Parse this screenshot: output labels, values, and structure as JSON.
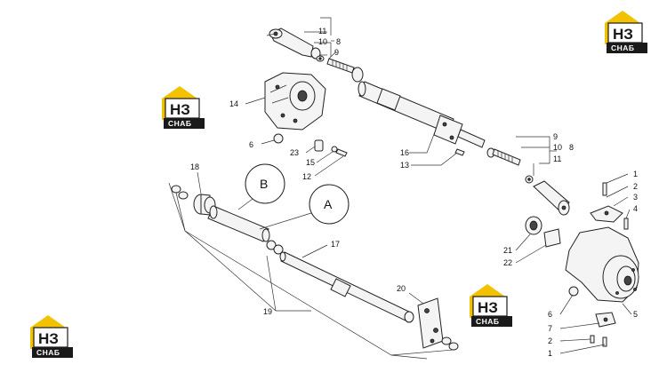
{
  "brand": {
    "logo_letters": "НЗ",
    "logo_caption": "СНАБ",
    "accent": "#f2c200",
    "dark": "#1a1a1a"
  },
  "callouts": {
    "a": "A",
    "b": "B"
  },
  "labels": {
    "l1": "1",
    "l2": "2",
    "l3": "3",
    "l4": "4",
    "l5": "5",
    "l6": "6",
    "l7": "7",
    "l8": "8",
    "l9": "9",
    "l10": "10",
    "l11": "11",
    "l12": "12",
    "l13": "13",
    "l14": "14",
    "l15": "15",
    "l16": "16",
    "l17": "17",
    "l18": "18",
    "l19": "19",
    "l20": "20",
    "l21": "21",
    "l22": "22",
    "l23": "23"
  }
}
